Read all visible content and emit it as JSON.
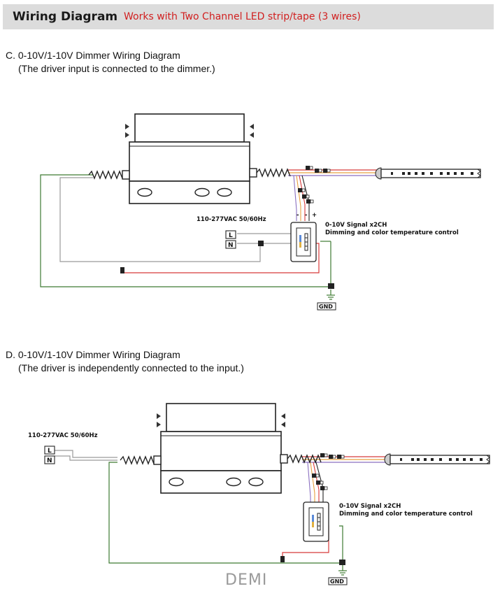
{
  "header": {
    "title": "Wiring Diagram",
    "subtitle": "Works with Two Channel LED strip/tape (3 wires)"
  },
  "section_c": {
    "title": "C. 0-10V/1-10V Dimmer Wiring Diagram",
    "note": "(The driver input is connected to the dimmer.)",
    "input_label": "110-277VAC 50/60Hz",
    "signal_label": "0-10V Signal x2CH",
    "control_label": "Dimming and color temperature control",
    "l_label": "L",
    "n_label": "N",
    "gnd_label": "GND",
    "minus_label": "-",
    "plus_label": "+"
  },
  "section_d": {
    "title": "D. 0-10V/1-10V Dimmer Wiring Diagram",
    "note": "(The driver is independently connected to the input.)",
    "input_label": "110-277VAC 50/60Hz",
    "signal_label": "0-10V Signal x2CH",
    "control_label": "Dimming and color temperature control",
    "l_label": "L",
    "n_label": "N",
    "gnd_label": "GND"
  },
  "watermark": "DEMI",
  "colors": {
    "wire_green": "#3e7a32",
    "wire_gray": "#9a9a9a",
    "wire_red": "#d83a3a",
    "wire_orange": "#e8a040",
    "wire_violet": "#8a6fc0",
    "header_bg": "#dcdcdc",
    "subtitle_red": "#d12020"
  }
}
